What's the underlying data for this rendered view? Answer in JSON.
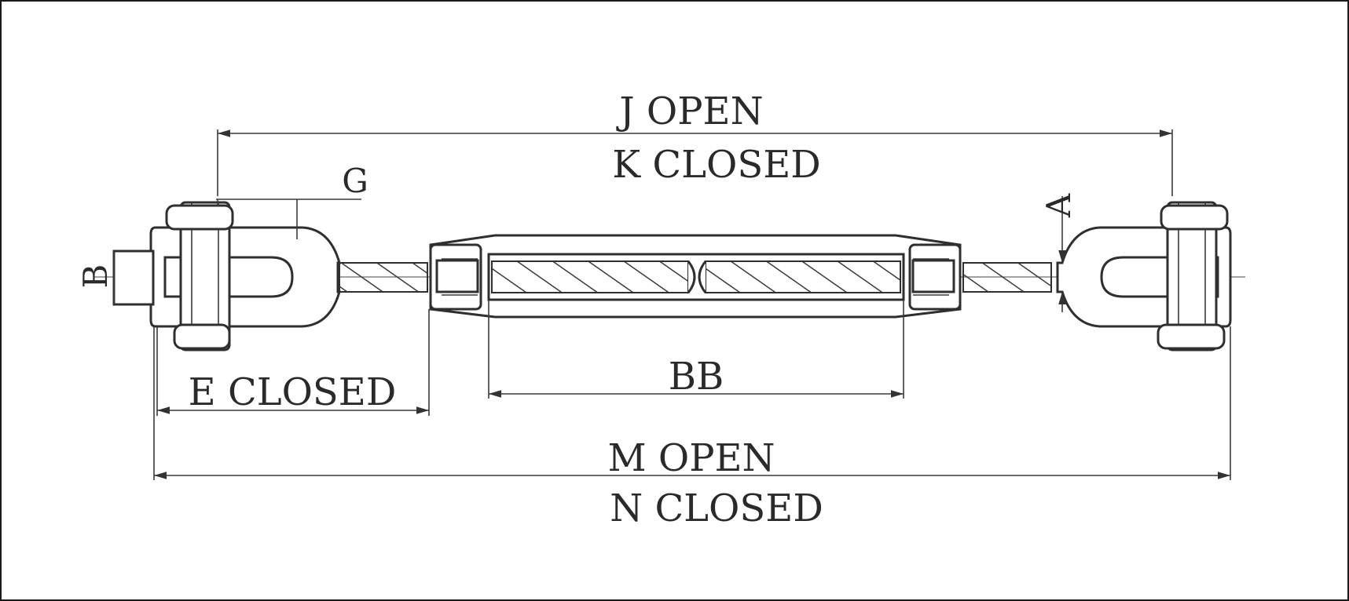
{
  "diagram": {
    "labels": {
      "j_open": "J  OPEN",
      "k_closed": "K  CLOSED",
      "g": "G",
      "a": "A",
      "b": "B",
      "e_closed": "E  CLOSED",
      "bb": "BB",
      "m_open": "M  OPEN",
      "n_closed": "N  CLOSED"
    },
    "colors": {
      "background": "#ffffff",
      "line": "#2f2f2f",
      "border": "#1a1a1a"
    }
  }
}
